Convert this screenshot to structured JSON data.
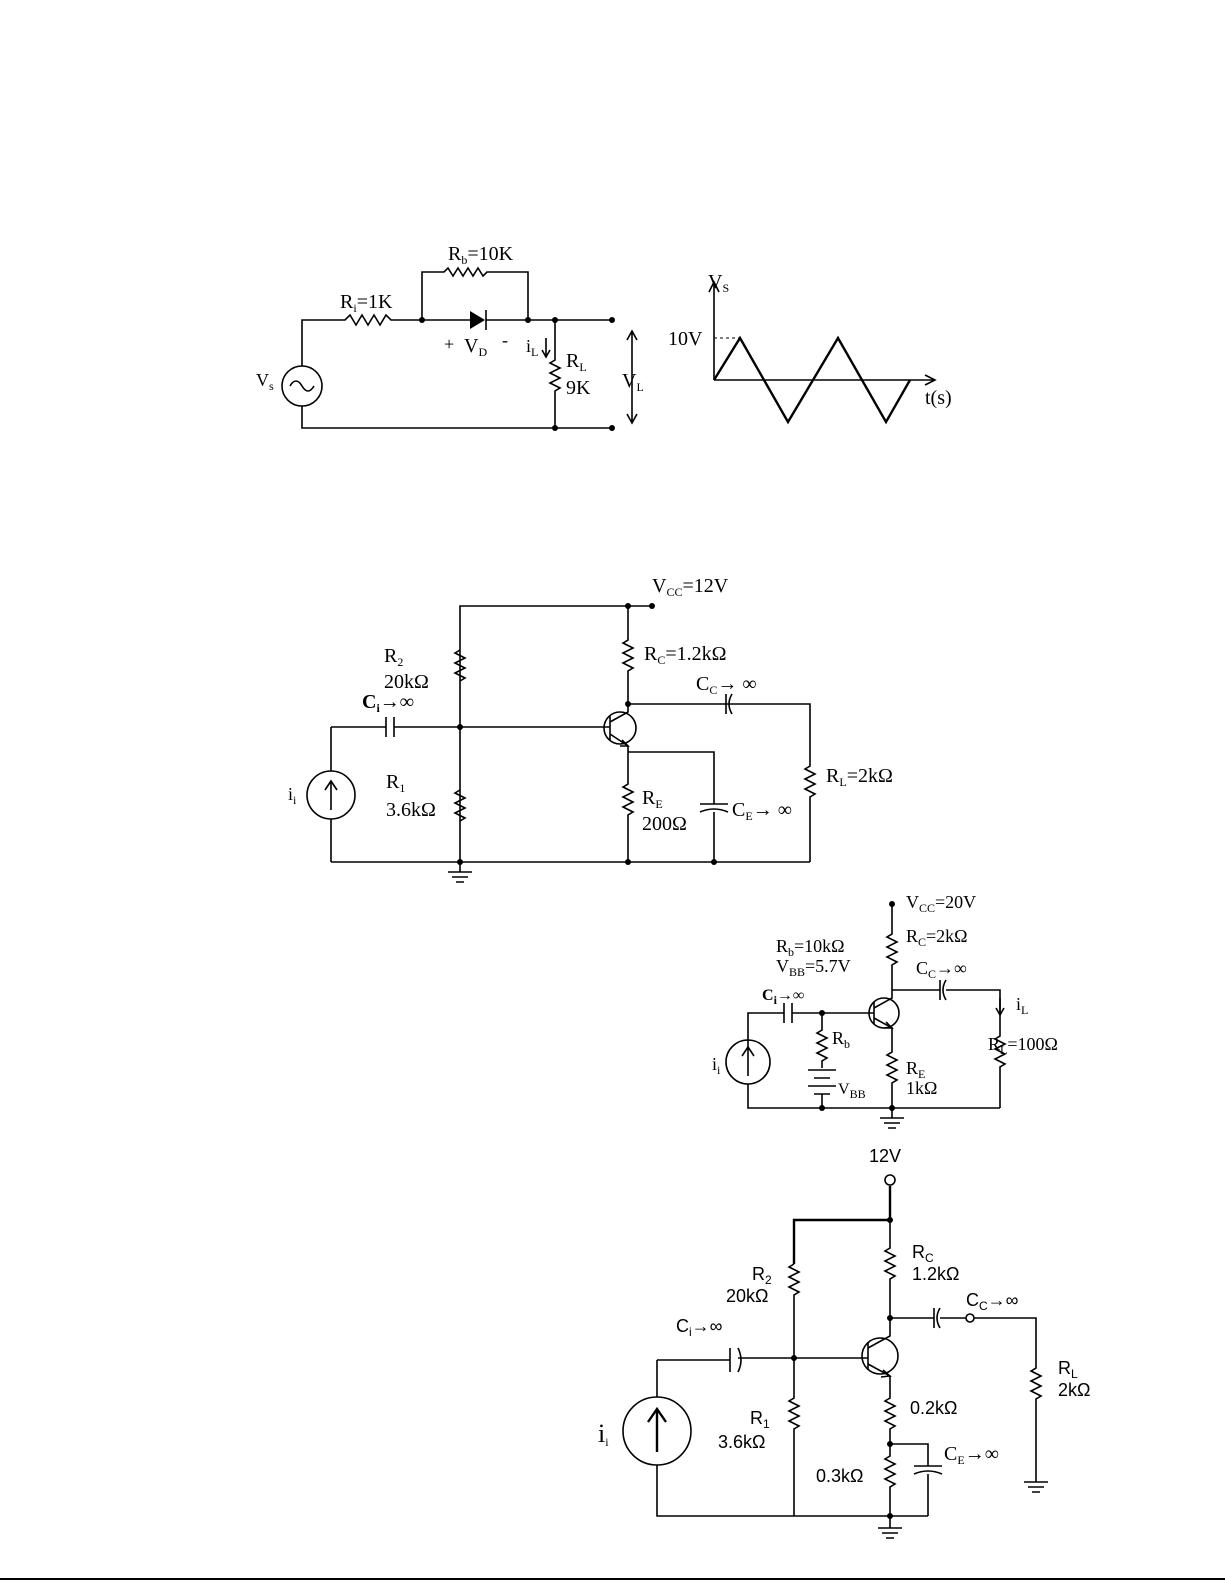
{
  "circuit1": {
    "rb_main": "R",
    "rb_sub": "b",
    "rb_val": "=10K",
    "ri_main": "R",
    "ri_sub": "i",
    "ri_val": "=1K",
    "vs_main": "V",
    "vs_sub": "s",
    "vd_plus": "+",
    "vd_main": "V",
    "vd_sub": "D",
    "vd_minus": "-",
    "il_main": "i",
    "il_sub": "L",
    "rl_main": "R",
    "rl_sub": "L",
    "rl_val": "9K",
    "vl_main": "V",
    "vl_sub": "L"
  },
  "waveform": {
    "vs_main": "V",
    "vs_sub": "S",
    "peak": "10V",
    "t_label": "t(s)"
  },
  "circuit2": {
    "vcc_main": "V",
    "vcc_sub": "CC",
    "vcc_val": "=12V",
    "rc_main": "R",
    "rc_sub": "C",
    "rc_val": "=1.2kΩ",
    "cc_main": "C",
    "cc_sub": "C",
    "cc_val": "→ ∞",
    "r2_main": "R",
    "r2_sub": "2",
    "r2_val": "20kΩ",
    "ci_main": "C",
    "ci_sub": "i",
    "ci_val": "→∞",
    "r1_main": "R",
    "r1_sub": "1",
    "r1_val": "3.6kΩ",
    "ii_main": "i",
    "ii_sub": "i",
    "re_main": "R",
    "re_sub": "E",
    "re_val": "200Ω",
    "ce_main": "C",
    "ce_sub": "E",
    "ce_val": "→ ∞",
    "rl_main": "R",
    "rl_sub": "L",
    "rl_val": "=2kΩ"
  },
  "circuit3": {
    "vcc_main": "V",
    "vcc_sub": "CC",
    "vcc_val": "=20V",
    "rc_main": "R",
    "rc_sub": "C",
    "rc_val": "=2kΩ",
    "rb_main": "R",
    "rb_sub": "b",
    "rb_val": "=10kΩ",
    "vbb_main": "V",
    "vbb_sub": "BB",
    "vbb_val": "=5.7V",
    "cc_main": "C",
    "cc_sub": "C",
    "cc_val": "→∞",
    "ci_main": "C",
    "ci_sub": "i",
    "ci_val": "→∞",
    "il_main": "i",
    "il_sub": "L",
    "rbr_main": "R",
    "rbr_sub": "b",
    "rl_main": "R",
    "rl_sub": "L",
    "rl_val": "=100Ω",
    "ii_main": "i",
    "ii_sub": "i",
    "re_main": "R",
    "re_sub": "E",
    "re_val": "1kΩ",
    "bat_main": "V",
    "bat_sub": "BB"
  },
  "circuit4": {
    "vsup": "12V",
    "rc_main": "R",
    "rc_sub": "C",
    "rc_val": "1.2kΩ",
    "cc_main": "C",
    "cc_sub": "C",
    "cc_val": "→∞",
    "r2_main": "R",
    "r2_sub": "2",
    "r2_val": "20kΩ",
    "ci_main": "C",
    "ci_sub": "i",
    "ci_val": "→∞",
    "rl_main": "R",
    "rl_sub": "L",
    "rl_val": "2kΩ",
    "re1_val": "0.2kΩ",
    "r1_main": "R",
    "r1_sub": "1",
    "r1_val": "3.6kΩ",
    "ii_main": "i",
    "ii_sub": "i",
    "ce_main": "C",
    "ce_sub": "E",
    "ce_val": "→∞",
    "re2_val": "0.3kΩ"
  }
}
